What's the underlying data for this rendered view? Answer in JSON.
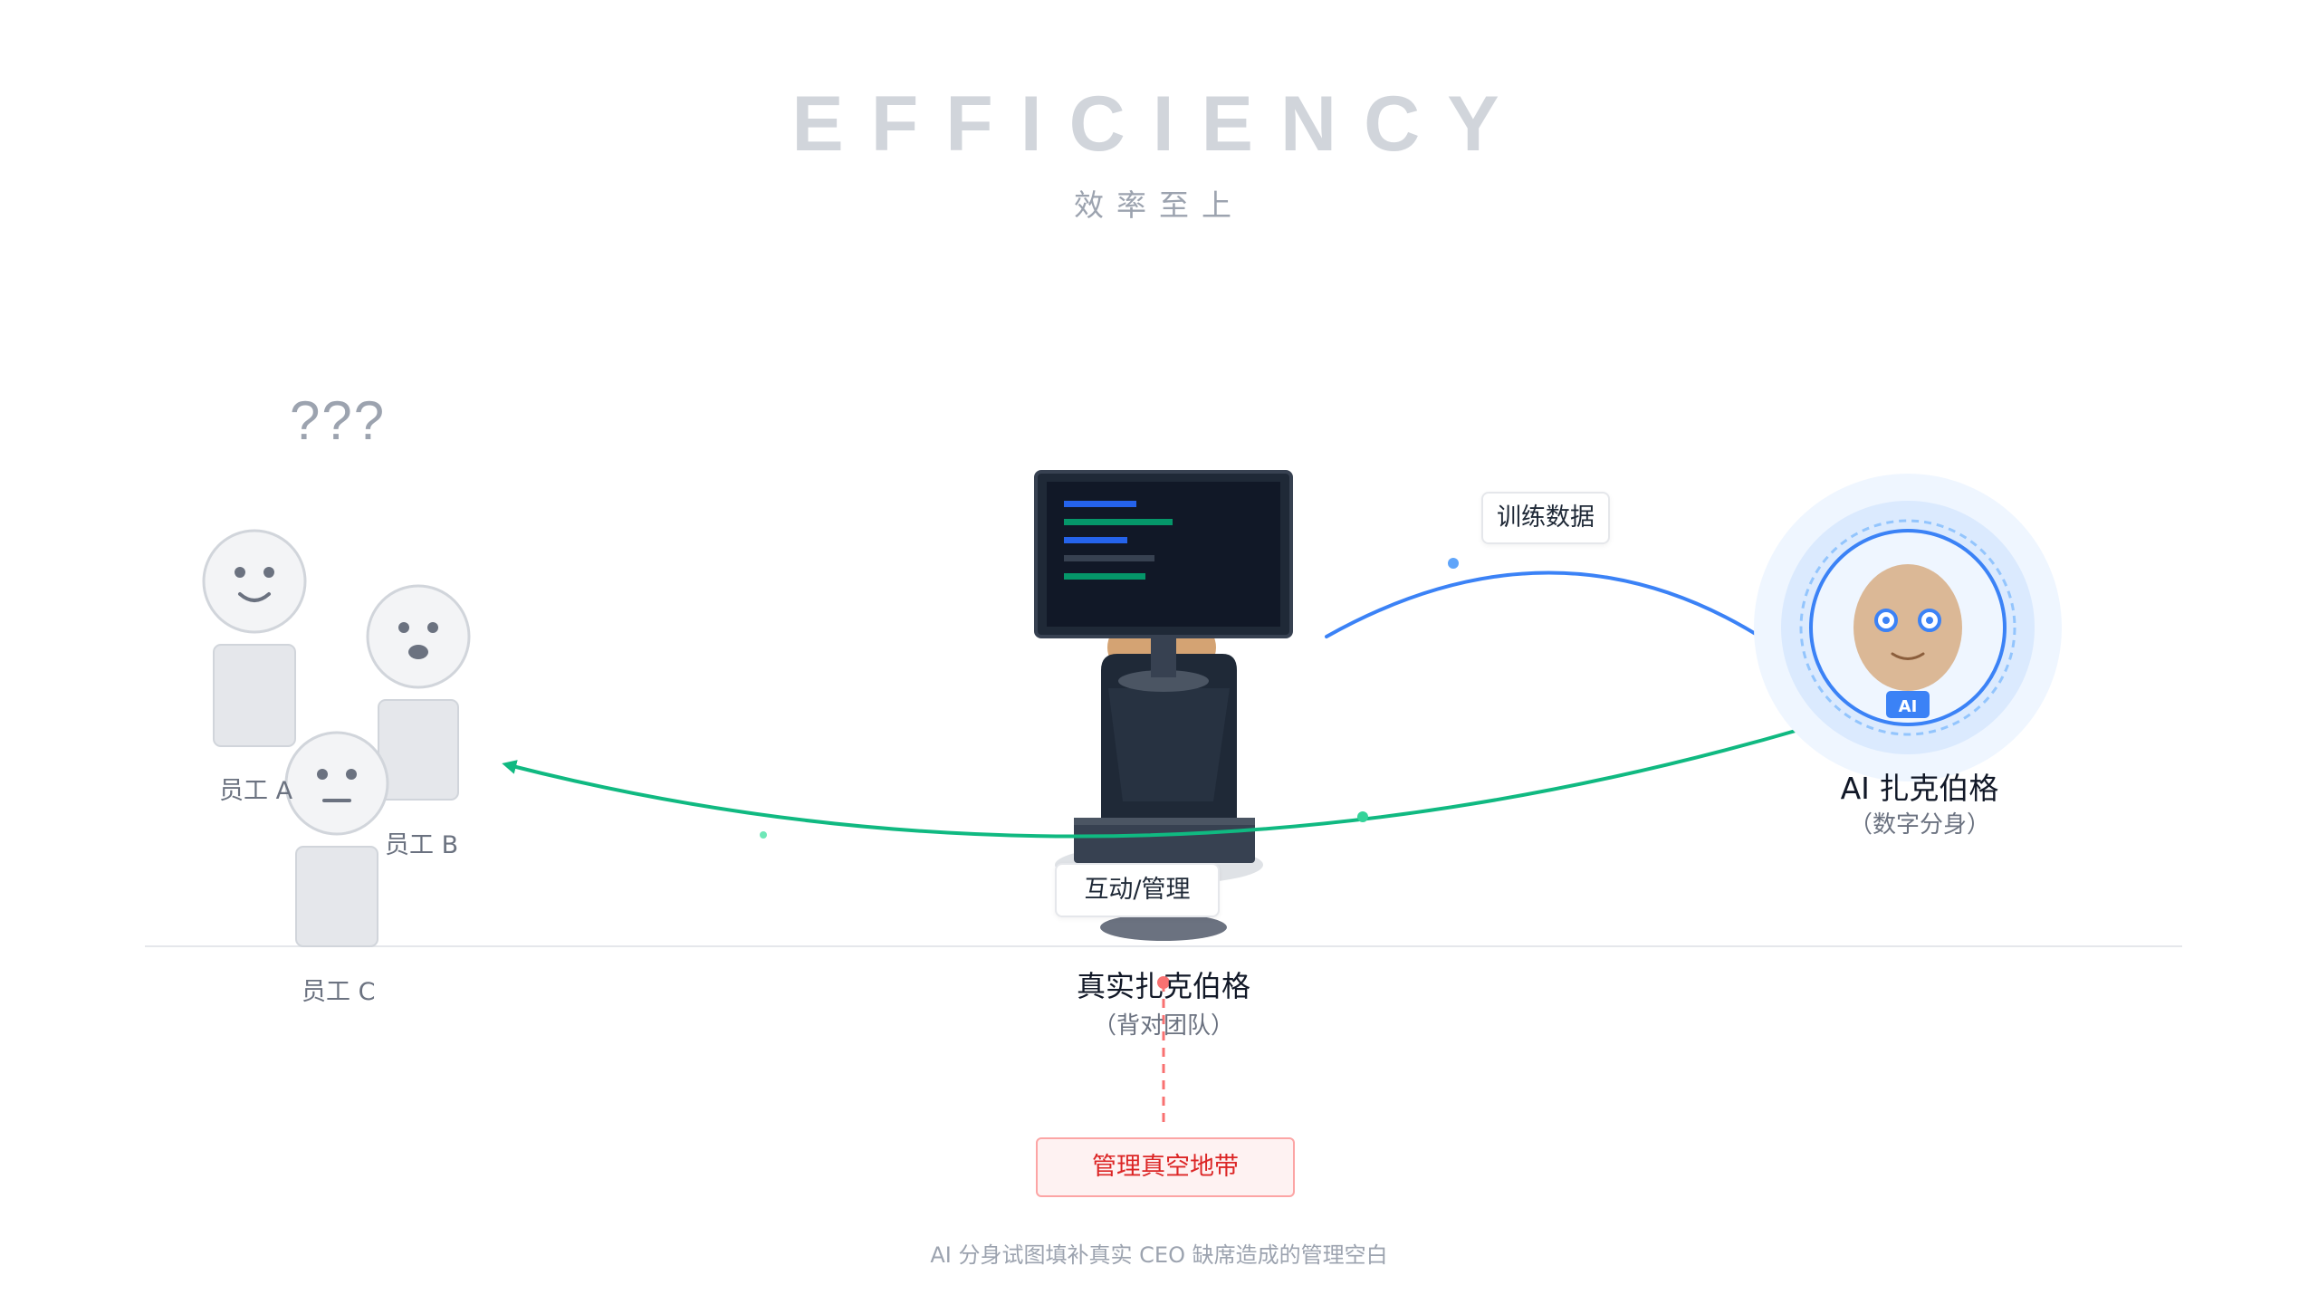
{
  "header": {
    "title": "EFFICIENCY",
    "subtitle": "效率至上"
  },
  "employees": {
    "confusion": "???",
    "a_label": "员工 A",
    "b_label": "员工 B",
    "c_label": "员工 C"
  },
  "center": {
    "name": "真实扎克伯格",
    "sub": "（背对团队）",
    "interaction_label": "互动/管理"
  },
  "ai": {
    "name": "AI 扎克伯格",
    "sub": "（数字分身）",
    "badge": "AI",
    "training_label": "训练数据"
  },
  "vacuum_label": "管理真空地带",
  "footer": "AI 分身试图填补真实 CEO 缺席造成的管理空白",
  "colors": {
    "training_arrow": "#3b82f6",
    "interaction_arrow": "#10b981",
    "vacuum": "#dc2626",
    "title": "#d1d5db"
  }
}
